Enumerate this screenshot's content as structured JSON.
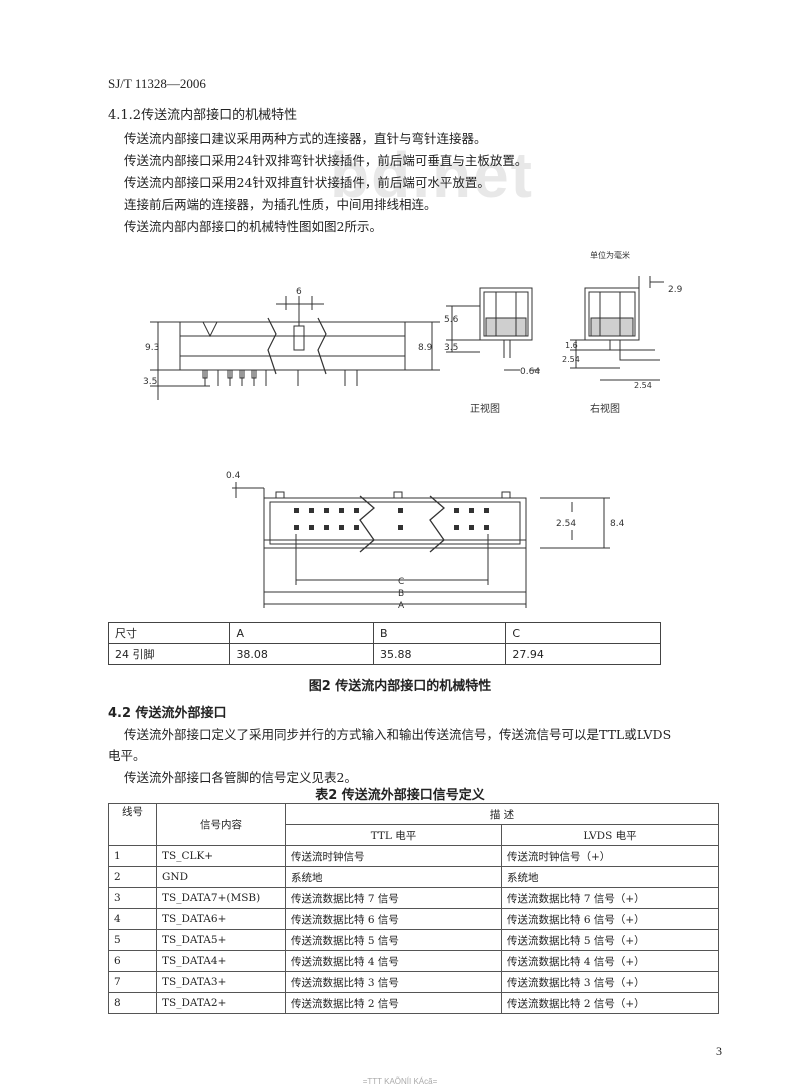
{
  "header": {
    "standard_no": "SJ/T 11328—2006"
  },
  "section_412": {
    "title": "4.1.2传送流内部接口的机械特性",
    "paragraphs": [
      "传送流内部接口建议采用两种方式的连接器，直针与弯针连接器。",
      "传送流内部接口采用24针双排弯针状接插件，前后端可垂直与主板放置。",
      "传送流内部接口采用24针双排直针状接插件，前后端可水平放置。",
      "连接前后两端的连接器，为插孔性质，中间用排线相连。",
      "传送流内部内部接口的机械特性图如图2所示。"
    ]
  },
  "watermark": "bd.net",
  "figure2": {
    "unit_note": "单位为毫米",
    "side_labels": {
      "height_total": "9.3",
      "pin_below": "3.5",
      "pitch_top": "6",
      "height_right": "8.9"
    },
    "front_view_labels": {
      "top": "5.6",
      "bottom": "3.5",
      "pin": "0.64",
      "caption": "正视图"
    },
    "right_view_labels": {
      "offset": "2.9",
      "a": "1.6",
      "b": "2.54",
      "c": "2.54",
      "caption": "右视图"
    },
    "top_view_labels": {
      "thickness": "0.4",
      "pitch": "2.54",
      "width": "8.4",
      "dim_c": "C",
      "dim_b": "B",
      "dim_a": "A"
    },
    "caption": "图2   传送流内部接口的机械特性"
  },
  "dim_table": {
    "headers": [
      "尺寸",
      "A",
      "B",
      "C"
    ],
    "rows": [
      [
        "24 引脚",
        "38.08",
        "35.88",
        "27.94"
      ]
    ]
  },
  "section_42": {
    "title": "4.2   传送流外部接口",
    "para1_line1": "传送流外部接口定义了采用同步并行的方式输入和输出传送流信号，传送流信号可以是TTL或LVDS",
    "para1_line2": "电平。",
    "para2": "传送流外部接口各管脚的信号定义见表2。"
  },
  "table2": {
    "caption": "表2   传送流外部接口信号定义",
    "headers": {
      "line_no": "线号",
      "signal": "信号内容",
      "desc": "描      述",
      "ttl": "TTL 电平",
      "lvds": "LVDS 电平"
    },
    "rows": [
      [
        "1",
        "TS_CLK+",
        "传送流时钟信号",
        "传送流时钟信号（+）"
      ],
      [
        "2",
        "GND",
        "系统地",
        "系统地"
      ],
      [
        "3",
        "TS_DATA7+(MSB)",
        "传送流数据比特 7 信号",
        "传送流数据比特 7 信号（+）"
      ],
      [
        "4",
        "TS_DATA6+",
        "传送流数据比特 6 信号",
        "传送流数据比特 6 信号（+）"
      ],
      [
        "5",
        "TS_DATA5+",
        "传送流数据比特 5 信号",
        "传送流数据比特 5 信号（+）"
      ],
      [
        "6",
        "TS_DATA4+",
        "传送流数据比特 4 信号",
        "传送流数据比特 4 信号（+）"
      ],
      [
        "7",
        "TS_DATA3+",
        "传送流数据比特 3 信号",
        "传送流数据比特 3 信号（+）"
      ],
      [
        "8",
        "TS_DATA2+",
        "传送流数据比特 2 信号",
        "传送流数据比特 2 信号（+）"
      ]
    ]
  },
  "page_number": "3",
  "footer": "=TTT KAÕNÍI KÁcã="
}
